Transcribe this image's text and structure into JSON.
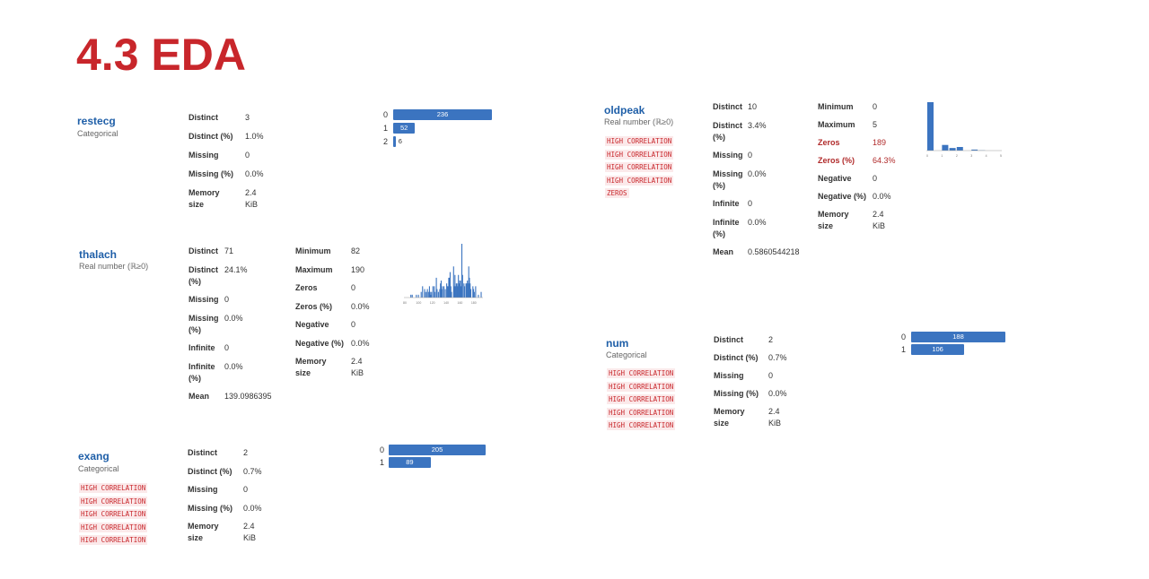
{
  "title": "4.3 EDA",
  "variables": {
    "restecg": {
      "name": "restecg",
      "type": "Categorical",
      "stats": [
        {
          "label": "Distinct",
          "value": "3"
        },
        {
          "label": "Distinct (%)",
          "value": "1.0%"
        },
        {
          "label": "Missing",
          "value": "0"
        },
        {
          "label": "Missing (%)",
          "value": "0.0%"
        },
        {
          "label": "Memory size",
          "value": "2.4 KiB"
        }
      ],
      "bars": [
        {
          "category": "0",
          "value": 236
        },
        {
          "category": "1",
          "value": 52
        },
        {
          "category": "2",
          "value": 6
        }
      ]
    },
    "thalach": {
      "name": "thalach",
      "type": "Real number (ℝ≥0)",
      "stats": [
        {
          "label": "Distinct",
          "value": "71"
        },
        {
          "label": "Distinct (%)",
          "value": "24.1%"
        },
        {
          "label": "Missing",
          "value": "0"
        },
        {
          "label": "Missing (%)",
          "value": "0.0%"
        },
        {
          "label": "Infinite",
          "value": "0"
        },
        {
          "label": "Infinite (%)",
          "value": "0.0%"
        },
        {
          "label": "Mean",
          "value": "139.0986395"
        }
      ],
      "stats2": [
        {
          "label": "Minimum",
          "value": "82"
        },
        {
          "label": "Maximum",
          "value": "190"
        },
        {
          "label": "Zeros",
          "value": "0"
        },
        {
          "label": "Zeros (%)",
          "value": "0.0%"
        },
        {
          "label": "Negative",
          "value": "0"
        },
        {
          "label": "Negative (%)",
          "value": "0.0%"
        },
        {
          "label": "Memory size",
          "value": "2.4 KiB"
        }
      ]
    },
    "exang": {
      "name": "exang",
      "type": "Categorical",
      "alerts": [
        "HIGH CORRELATION",
        "HIGH CORRELATION",
        "HIGH CORRELATION",
        "HIGH CORRELATION",
        "HIGH CORRELATION"
      ],
      "stats": [
        {
          "label": "Distinct",
          "value": "2"
        },
        {
          "label": "Distinct (%)",
          "value": "0.7%"
        },
        {
          "label": "Missing",
          "value": "0"
        },
        {
          "label": "Missing (%)",
          "value": "0.0%"
        },
        {
          "label": "Memory size",
          "value": "2.4 KiB"
        }
      ],
      "bars": [
        {
          "category": "0",
          "value": 205
        },
        {
          "category": "1",
          "value": 89
        }
      ]
    },
    "oldpeak": {
      "name": "oldpeak",
      "type": "Real number (ℝ≥0)",
      "alerts": [
        "HIGH CORRELATION",
        "HIGH CORRELATION",
        "HIGH CORRELATION",
        "HIGH CORRELATION",
        "ZEROS"
      ],
      "stats": [
        {
          "label": "Distinct",
          "value": "10"
        },
        {
          "label": "Distinct (%)",
          "value": "3.4%"
        },
        {
          "label": "Missing",
          "value": "0"
        },
        {
          "label": "Missing (%)",
          "value": "0.0%"
        },
        {
          "label": "Infinite",
          "value": "0"
        },
        {
          "label": "Infinite (%)",
          "value": "0.0%"
        },
        {
          "label": "Mean",
          "value": "0.5860544218"
        }
      ],
      "stats2": [
        {
          "label": "Minimum",
          "value": "0"
        },
        {
          "label": "Maximum",
          "value": "5"
        },
        {
          "label": "Zeros",
          "value": "189",
          "highlight": true
        },
        {
          "label": "Zeros (%)",
          "value": "64.3%",
          "highlight": true
        },
        {
          "label": "Negative",
          "value": "0"
        },
        {
          "label": "Negative (%)",
          "value": "0.0%"
        },
        {
          "label": "Memory size",
          "value": "2.4 KiB"
        }
      ]
    },
    "num": {
      "name": "num",
      "type": "Categorical",
      "alerts": [
        "HIGH CORRELATION",
        "HIGH CORRELATION",
        "HIGH CORRELATION",
        "HIGH CORRELATION",
        "HIGH CORRELATION"
      ],
      "stats": [
        {
          "label": "Distinct",
          "value": "2"
        },
        {
          "label": "Distinct (%)",
          "value": "0.7%"
        },
        {
          "label": "Missing",
          "value": "0"
        },
        {
          "label": "Missing (%)",
          "value": "0.0%"
        },
        {
          "label": "Memory size",
          "value": "2.4 KiB"
        }
      ],
      "bars": [
        {
          "category": "0",
          "value": 188
        },
        {
          "category": "1",
          "value": 106
        }
      ]
    }
  },
  "chart_data": [
    {
      "type": "bar",
      "variable": "thalach",
      "x": [
        88,
        90,
        96,
        99,
        103,
        105,
        108,
        109,
        111,
        112,
        114,
        115,
        116,
        117,
        118,
        120,
        122,
        123,
        125,
        126,
        128,
        130,
        131,
        132,
        133,
        134,
        136,
        138,
        140,
        141,
        142,
        143,
        144,
        145,
        146,
        147,
        150,
        151,
        152,
        153,
        154,
        155,
        156,
        157,
        158,
        159,
        160,
        161,
        162,
        163,
        165,
        166,
        168,
        169,
        170,
        171,
        172,
        173,
        174,
        175,
        178,
        179,
        180,
        182,
        186,
        190
      ],
      "values": [
        1,
        1,
        1,
        1,
        2,
        4,
        3,
        2,
        2,
        3,
        2,
        4,
        2,
        1,
        2,
        4,
        4,
        2,
        7,
        3,
        2,
        3,
        5,
        6,
        3,
        4,
        4,
        3,
        5,
        4,
        4,
        7,
        7,
        9,
        4,
        2,
        11,
        4,
        8,
        4,
        5,
        5,
        4,
        8,
        5,
        6,
        6,
        4,
        19,
        8,
        5,
        4,
        5,
        5,
        6,
        5,
        11,
        7,
        5,
        3,
        4,
        3,
        2,
        4,
        1,
        2
      ],
      "xticks": [
        "80",
        "100",
        "120",
        "140",
        "160",
        "180"
      ]
    },
    {
      "type": "bar",
      "variable": "oldpeak",
      "x": [
        0,
        0.5,
        1,
        1.5,
        2,
        2.5,
        3,
        3.5,
        4,
        4.5
      ],
      "values": [
        189,
        0,
        22,
        10,
        14,
        0,
        4,
        1,
        0,
        0
      ],
      "xticks": [
        "0",
        "1",
        "2",
        "3",
        "4",
        "5"
      ]
    }
  ]
}
